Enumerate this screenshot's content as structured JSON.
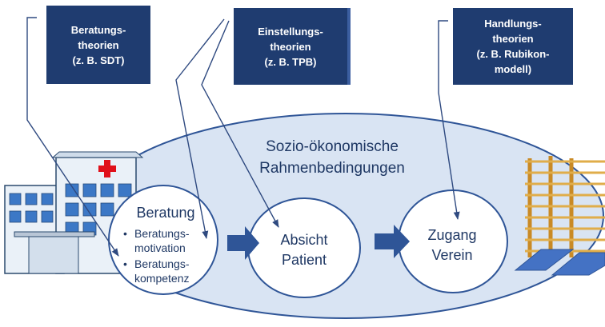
{
  "theories": [
    {
      "line1": "Beratungs-",
      "line2": "theorien",
      "line3": "(z. B. SDT)"
    },
    {
      "line1": "Einstellungs-",
      "line2": "theorien",
      "line3": "(z. B. TPB)"
    },
    {
      "line1": "Handlungs-",
      "line2": "theorien",
      "line3": "(z. B. Rubikon-",
      "line4": "modell)"
    }
  ],
  "context": {
    "line1": "Sozio-ökonomische",
    "line2": "Rahmenbedingungen"
  },
  "stages": [
    {
      "title": "Beratung",
      "bullets": [
        {
          "line1": "Beratungs-",
          "line2": "motivation"
        },
        {
          "line1": "Beratungs-",
          "line2": "kompetenz"
        }
      ]
    },
    {
      "line1": "Absicht",
      "line2": "Patient"
    },
    {
      "line1": "Zugang",
      "line2": "Verein"
    }
  ],
  "icons": {
    "hospital": "hospital-icon",
    "medical_cross": "red-cross-icon",
    "wall_bars": "wall-bars-icon",
    "gym_mats": "gym-mat-icon"
  },
  "colors": {
    "box_fill": "#1f3c70",
    "ellipse_fill": "#d9e4f3",
    "ellipse_stroke": "#2f5597",
    "arrow_fill": "#2f5597",
    "text": "#1f3864",
    "connector": "#2f4a80",
    "cross": "#e0101a",
    "wood": "#d9a13c",
    "mat": "#4472c4"
  }
}
